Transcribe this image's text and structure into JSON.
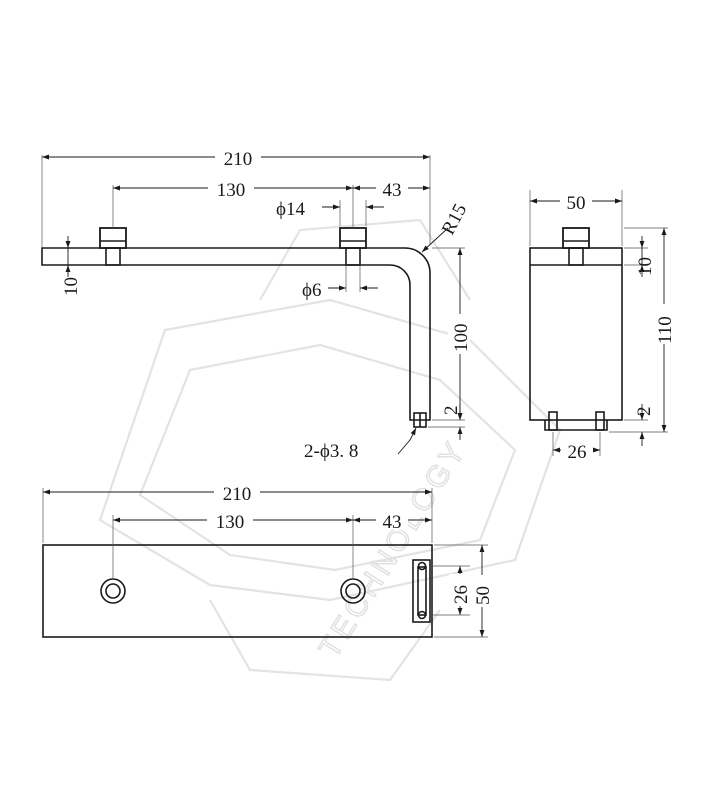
{
  "watermark": {
    "text": "TECHNOLOGY"
  },
  "front_view": {
    "overall_length": "210",
    "hole_spacing": "130",
    "end_offset": "43",
    "nut_diameter": "ϕ14",
    "bolt_diameter": "ϕ6",
    "bend_radius": "R15",
    "bar_thickness": "10",
    "drop_height": "100",
    "tip_length": "2",
    "mount_holes": "2-ϕ3. 8"
  },
  "side_view": {
    "width": "50",
    "height": "110",
    "top_thickness": "10",
    "tip_length": "2",
    "hole_spacing": "26"
  },
  "top_view": {
    "overall_length": "210",
    "hole_spacing": "130",
    "end_offset": "43",
    "slot_spacing": "26",
    "width": "50"
  }
}
